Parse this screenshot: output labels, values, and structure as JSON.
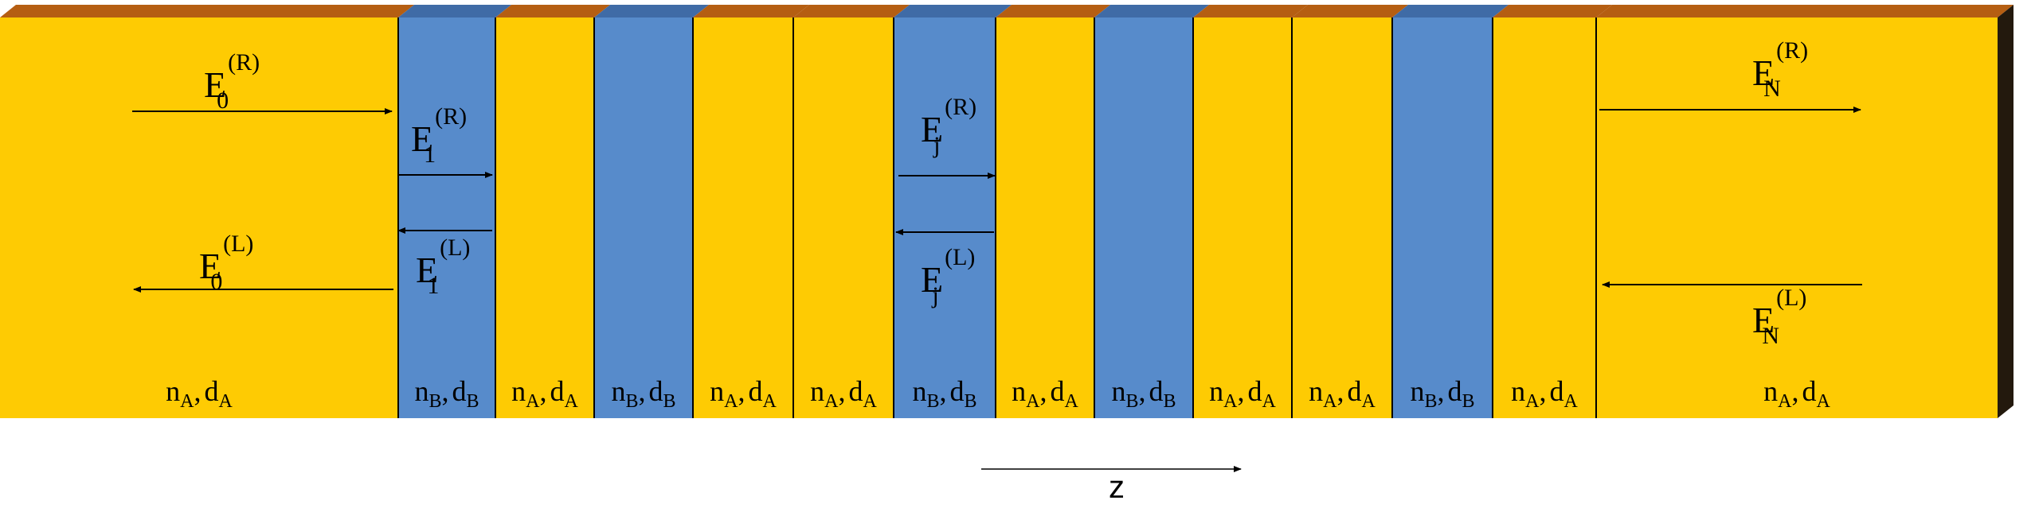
{
  "colors": {
    "layer_A": "#FECB03",
    "layer_B": "#578BCB",
    "top_A": "#B55E12",
    "top_B": "#3F6BA6",
    "side_dark": "#23190D",
    "line": "#000000"
  },
  "layers": [
    {
      "material": "A",
      "label": {
        "n": "n",
        "n_sub": "A",
        "sep": ",",
        "d": "d",
        "d_sub": "A"
      }
    },
    {
      "material": "B",
      "label": {
        "n": "n",
        "n_sub": "B",
        "sep": ",",
        "d": "d",
        "d_sub": "B"
      }
    },
    {
      "material": "A",
      "label": {
        "n": "n",
        "n_sub": "A",
        "sep": ",",
        "d": "d",
        "d_sub": "A"
      }
    },
    {
      "material": "B",
      "label": {
        "n": "n",
        "n_sub": "B",
        "sep": ",",
        "d": "d",
        "d_sub": "B"
      }
    },
    {
      "material": "A",
      "label": {
        "n": "n",
        "n_sub": "A",
        "sep": ",",
        "d": "d",
        "d_sub": "A"
      }
    },
    {
      "material": "A",
      "label": {
        "n": "n",
        "n_sub": "A",
        "sep": ",",
        "d": "d",
        "d_sub": "A"
      }
    },
    {
      "material": "B",
      "label": {
        "n": "n",
        "n_sub": "B",
        "sep": ",",
        "d": "d",
        "d_sub": "B"
      }
    },
    {
      "material": "A",
      "label": {
        "n": "n",
        "n_sub": "A",
        "sep": ",",
        "d": "d",
        "d_sub": "A"
      }
    },
    {
      "material": "B",
      "label": {
        "n": "n",
        "n_sub": "B",
        "sep": ",",
        "d": "d",
        "d_sub": "B"
      }
    },
    {
      "material": "A",
      "label": {
        "n": "n",
        "n_sub": "A",
        "sep": ",",
        "d": "d",
        "d_sub": "A"
      }
    },
    {
      "material": "A",
      "label": {
        "n": "n",
        "n_sub": "A",
        "sep": ",",
        "d": "d",
        "d_sub": "A"
      }
    },
    {
      "material": "B",
      "label": {
        "n": "n",
        "n_sub": "B",
        "sep": ",",
        "d": "d",
        "d_sub": "B"
      }
    },
    {
      "material": "A",
      "label": {
        "n": "n",
        "n_sub": "A",
        "sep": ",",
        "d": "d",
        "d_sub": "A"
      }
    },
    {
      "material": "A",
      "label": {
        "n": "n",
        "n_sub": "A",
        "sep": ",",
        "d": "d",
        "d_sub": "A"
      }
    }
  ],
  "fields": {
    "E0R": {
      "base": "E",
      "sub": "0",
      "sup": "(R)"
    },
    "E0L": {
      "base": "E",
      "sub": "0",
      "sup": "(L)"
    },
    "E1R": {
      "base": "E",
      "sub": "1",
      "sup": "(R)"
    },
    "E1L": {
      "base": "E",
      "sub": "1",
      "sup": "(L)"
    },
    "EjR": {
      "base": "E",
      "sub": "j",
      "sup": "(R)"
    },
    "EjL": {
      "base": "E",
      "sub": "j",
      "sup": "(L)"
    },
    "ENR": {
      "base": "E",
      "sub": "N",
      "sup": "(R)"
    },
    "ENL": {
      "base": "E",
      "sub": "N",
      "sup": "(L)"
    }
  },
  "axis_label": "z"
}
